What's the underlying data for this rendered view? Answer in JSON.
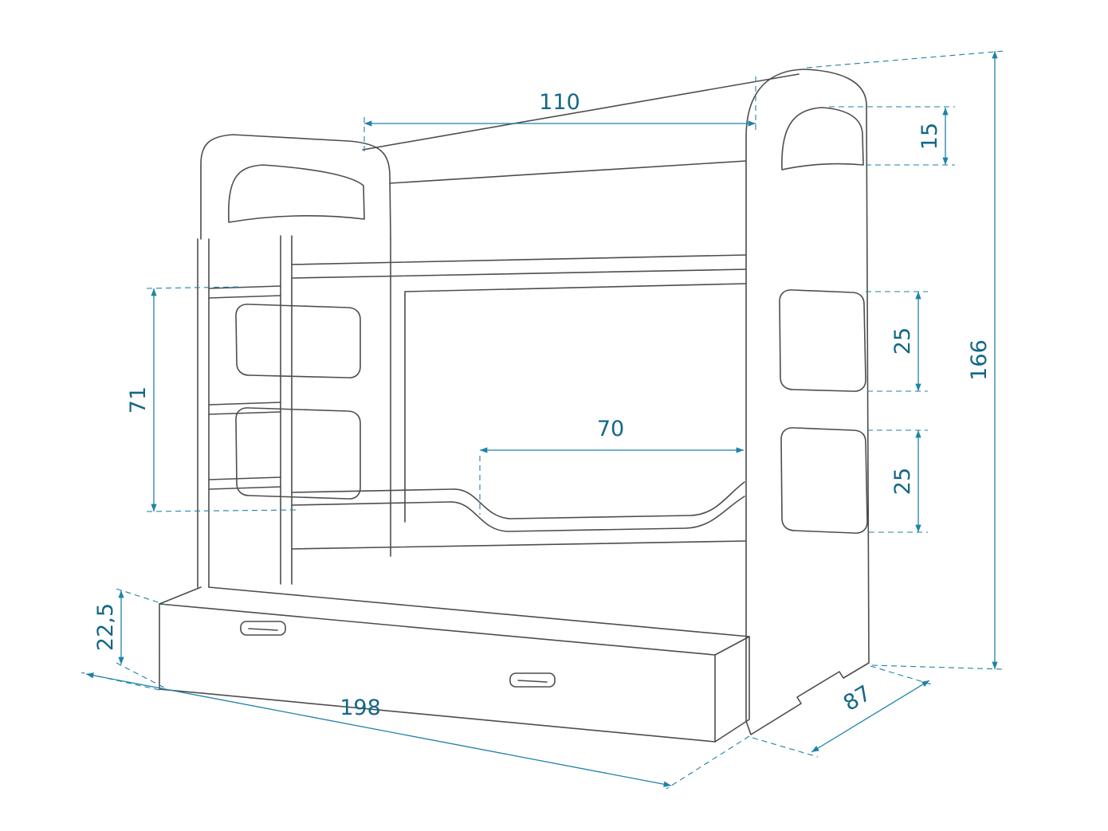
{
  "drawing": {
    "colors": {
      "outline": "#4d4d4d",
      "dim_line": "#1e82a8",
      "dim_text": "#136887",
      "background": "#ffffff"
    },
    "dimensions": {
      "top_length": "110",
      "headboard_cutout_height": "15",
      "total_height": "166",
      "side_cutout_upper": "25",
      "side_cutout_lower": "25",
      "ladder_height": "71",
      "entry_opening_length": "70",
      "drawer_height": "22,5",
      "total_length": "198",
      "total_depth": "87"
    }
  }
}
